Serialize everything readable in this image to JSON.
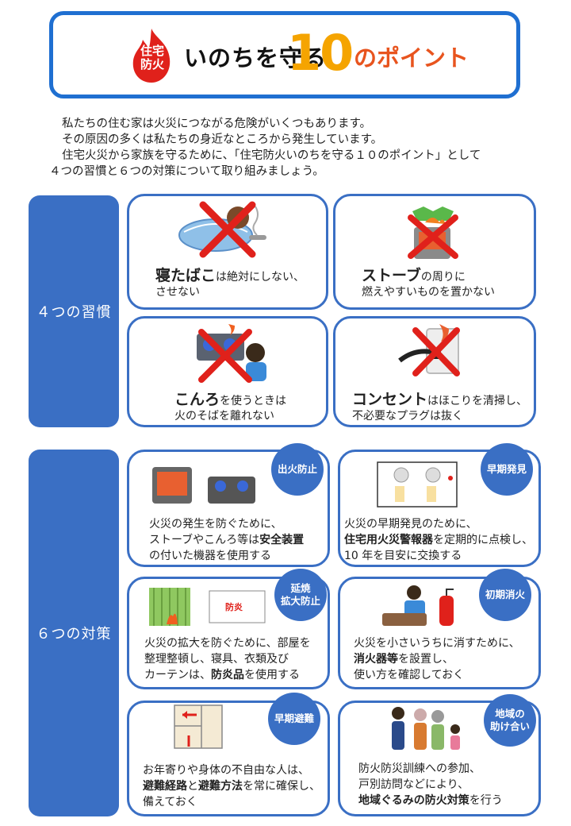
{
  "header": {
    "flame_text_line1": "住宅",
    "flame_text_line2": "防火",
    "title_part1": "いのちを守る",
    "title_number": "10",
    "title_part2": "のポイント"
  },
  "intro": [
    "私たちの住む家は火災につながる危険がいくつもあります。",
    "その原因の多くは私たちの身近なところから発生しています。",
    "住宅火災から家族を守るために、「住宅防火いのちを守る１０のポイント」として",
    "４つの習慣と６つの対策について取り組みましょう。"
  ],
  "habits": {
    "label": "４つの習慣",
    "items": [
      {
        "strong": "寝たばこ",
        "rest": "は絶対にしない、",
        "line2": "させない",
        "icon": "futon-cigarette-icon"
      },
      {
        "strong": "ストーブ",
        "rest": "の周りに",
        "line2": "燃えやすいものを置かない",
        "icon": "stove-laundry-icon"
      },
      {
        "strong": "こんろ",
        "rest": "を使うときは",
        "line2": "火のそばを離れない",
        "icon": "gas-stove-icon"
      },
      {
        "strong": "コンセント",
        "rest": "はほこりを清掃し、",
        "line2": "不必要なプラグは抜く",
        "icon": "outlet-plug-icon"
      }
    ]
  },
  "measures": {
    "label": "６つの対策",
    "items": [
      {
        "badge1": "出火防止",
        "badge2": "",
        "lines": [
          "火災の発生を防ぐために、",
          "ストーブやこんろ等は",
          "の付いた機器を使用する"
        ],
        "bold": "安全装置"
      },
      {
        "badge1": "早期発見",
        "badge2": "",
        "lines": [
          "火災の早期発見のために、",
          "を定期的に点検し、",
          "10 年を目安に交換する"
        ],
        "bold": "住宅用火災警報器"
      },
      {
        "badge1": "延焼",
        "badge2": "拡大防止",
        "lines": [
          "火災の拡大を防ぐために、部屋を",
          "整理整頓し、寝具、衣類及び",
          "カーテンは、",
          "を使用する"
        ],
        "bold": "防炎品",
        "sign": "防炎"
      },
      {
        "badge1": "初期消火",
        "badge2": "",
        "lines": [
          "火災を小さいうちに消すために、",
          "を設置し、",
          "使い方を確認しておく"
        ],
        "bold": "消火器等"
      },
      {
        "badge1": "早期避難",
        "badge2": "",
        "lines": [
          "お年寄りや身体の不自由な人は、",
          "を常に確保し、",
          "備えておく"
        ],
        "bold1": "避難経路",
        "mid": "と",
        "bold2": "避難方法"
      },
      {
        "badge1": "地域の",
        "badge2": "助け合い",
        "lines": [
          "防火防災訓練への参加、",
          "戸別訪問などにより、",
          "を行う"
        ],
        "bold": "地域ぐるみの防火対策"
      }
    ]
  },
  "colors": {
    "primary_blue": "#3a6fc4",
    "header_border": "#1f6fd1",
    "accent_orange": "#f5a400",
    "accent_red": "#e8541e",
    "cross_red": "#e0211b"
  }
}
